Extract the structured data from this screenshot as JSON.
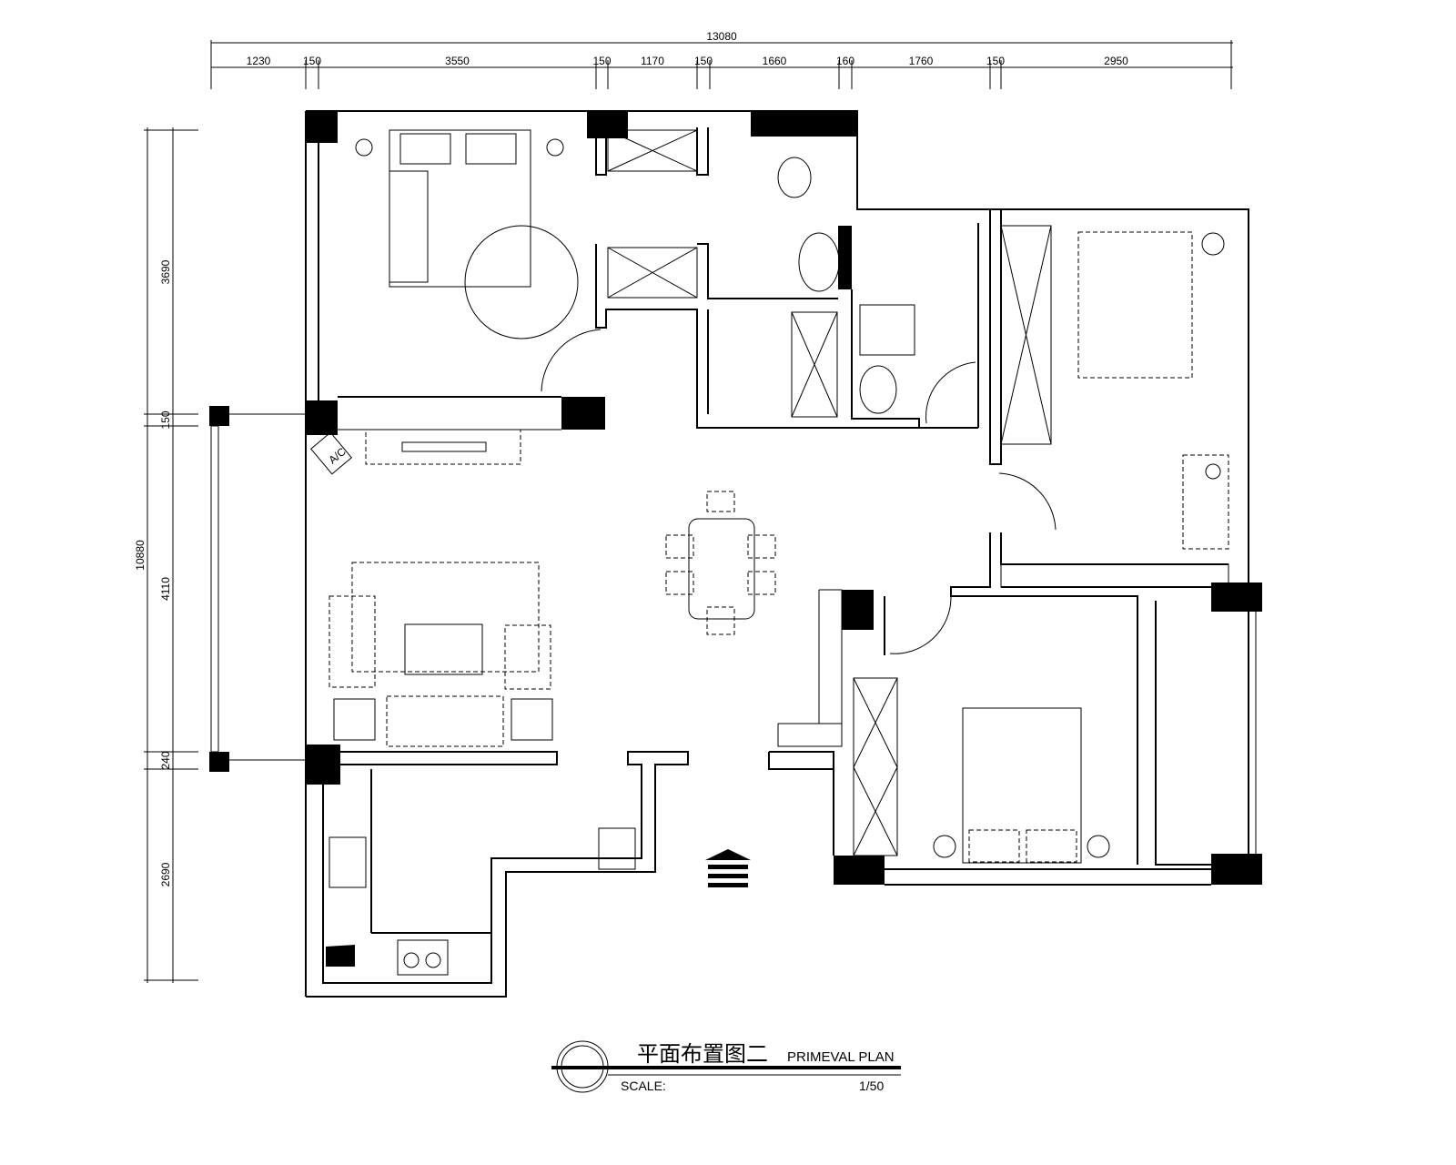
{
  "plan": {
    "dimensions_top": {
      "total": "13080",
      "segments": [
        "1230",
        "150",
        "3550",
        "150",
        "1170",
        "150",
        "1660",
        "160",
        "1760",
        "150",
        "2950"
      ]
    },
    "dimensions_left": {
      "total": "10880",
      "segments": [
        "3690",
        "150",
        "4110",
        "240",
        "2690"
      ]
    },
    "ac_label": "A/C",
    "title_cn": "平面布置图二",
    "title_en": "PRIMEVAL PLAN",
    "scale_label": "SCALE:",
    "scale_value": "1/50"
  }
}
